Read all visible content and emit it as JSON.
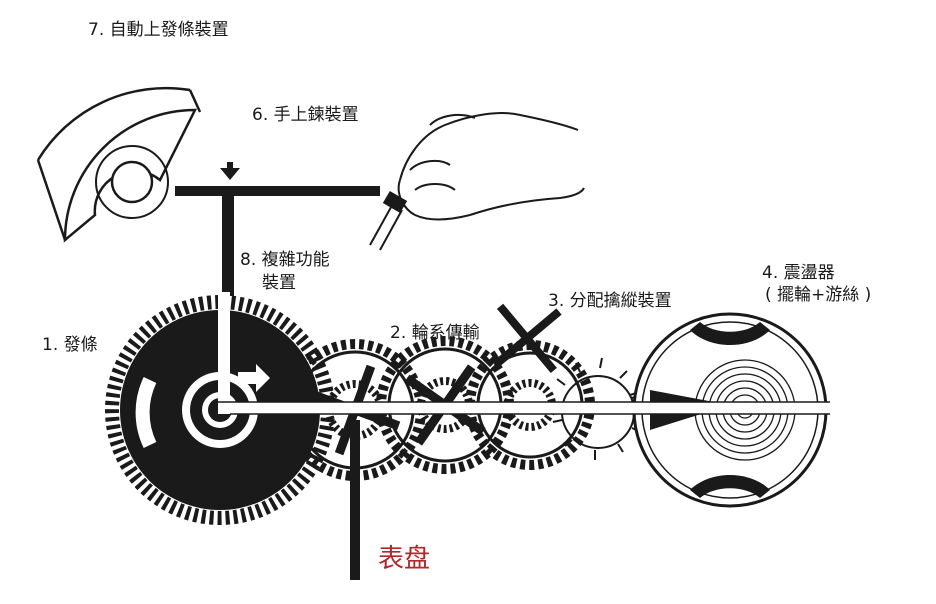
{
  "labels": {
    "auto_winding": "7. 自動上發條裝置",
    "manual_winding": "6. 手上鍊裝置",
    "complication_line1": "8. 複雜功能",
    "complication_line2": "裝置",
    "mainspring": "1. 發條",
    "gear_train": "2. 輪系傳輸",
    "escapement": "3. 分配擒縱裝置",
    "oscillator_line1": "4. 震盪器",
    "oscillator_line2": "( 擺輪+游絲 )",
    "dial": "表盘"
  },
  "colors": {
    "ink": "#1a1a1a",
    "dial_text": "#b0282a"
  },
  "icons": [
    "hand-icon",
    "crown-icon",
    "rotor-icon"
  ]
}
